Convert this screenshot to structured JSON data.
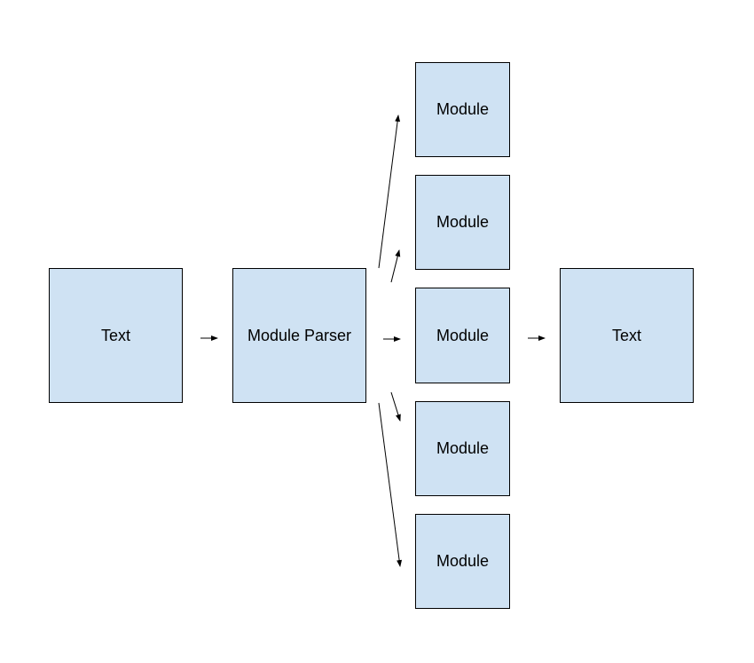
{
  "colors": {
    "node_fill": "#cfe2f3",
    "node_border": "#000000",
    "arrow": "#000000",
    "background": "#ffffff"
  },
  "nodes": {
    "input_text": {
      "label": "Text"
    },
    "parser": {
      "label": "Module Parser"
    },
    "modules": [
      {
        "label": "Module"
      },
      {
        "label": "Module"
      },
      {
        "label": "Module"
      },
      {
        "label": "Module"
      },
      {
        "label": "Module"
      }
    ],
    "output_text": {
      "label": "Text"
    }
  },
  "edges": [
    {
      "from": "input_text",
      "to": "parser"
    },
    {
      "from": "parser",
      "to": "modules.0"
    },
    {
      "from": "parser",
      "to": "modules.1"
    },
    {
      "from": "parser",
      "to": "modules.2"
    },
    {
      "from": "parser",
      "to": "modules.3"
    },
    {
      "from": "parser",
      "to": "modules.4"
    },
    {
      "from": "modules.2",
      "to": "output_text"
    }
  ]
}
